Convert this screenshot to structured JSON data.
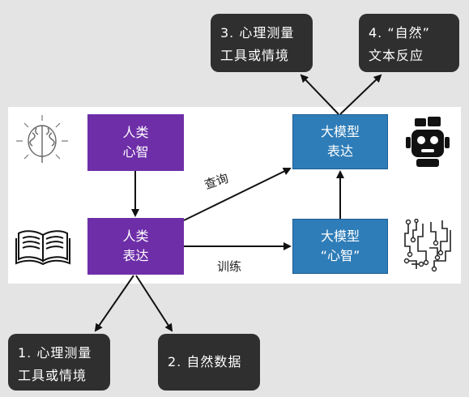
{
  "top_boxes": [
    {
      "line1": "3. 心理测量",
      "line2": "工具或情境"
    },
    {
      "line1": "4. “自然”",
      "line2": "文本反应"
    }
  ],
  "bottom_boxes": [
    {
      "line1": "1. 心理测量",
      "line2": "工具或情境"
    },
    {
      "line1": "2. 自然数据",
      "line2": ""
    }
  ],
  "nodes": {
    "human_mind": {
      "line1": "人类",
      "line2": "心智"
    },
    "human_expression": {
      "line1": "人类",
      "line2": "表达"
    },
    "llm_expression": {
      "line1": "大模型",
      "line2": "表达"
    },
    "llm_mind": {
      "line1": "大模型",
      "line2": "“心智”"
    }
  },
  "edge_labels": {
    "query": "查询",
    "train": "训练"
  },
  "colors": {
    "purple": "#6e2ea8",
    "blue": "#2f7db8",
    "dark_box": "#2f2f2f"
  },
  "icons": [
    "brain-icon",
    "book-icon",
    "robot-icon",
    "circuit-icon"
  ]
}
